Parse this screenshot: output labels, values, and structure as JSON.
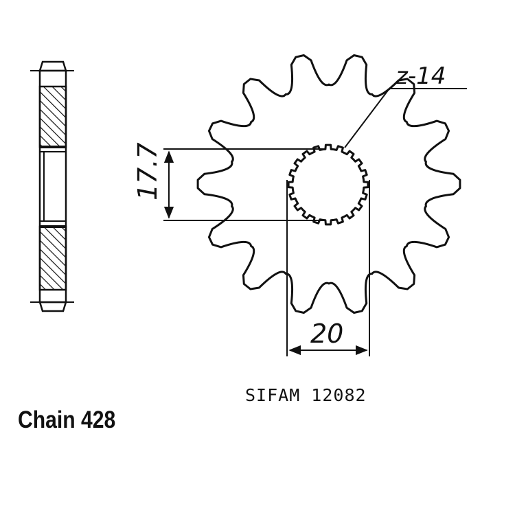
{
  "diagram": {
    "tooth_label": "z-14",
    "tooth_count": 14,
    "spline_count": 20,
    "height_dim": "17.7",
    "width_dim": "20",
    "part_ref": "SIFAM 12082",
    "chain_label": "Chain 428"
  }
}
